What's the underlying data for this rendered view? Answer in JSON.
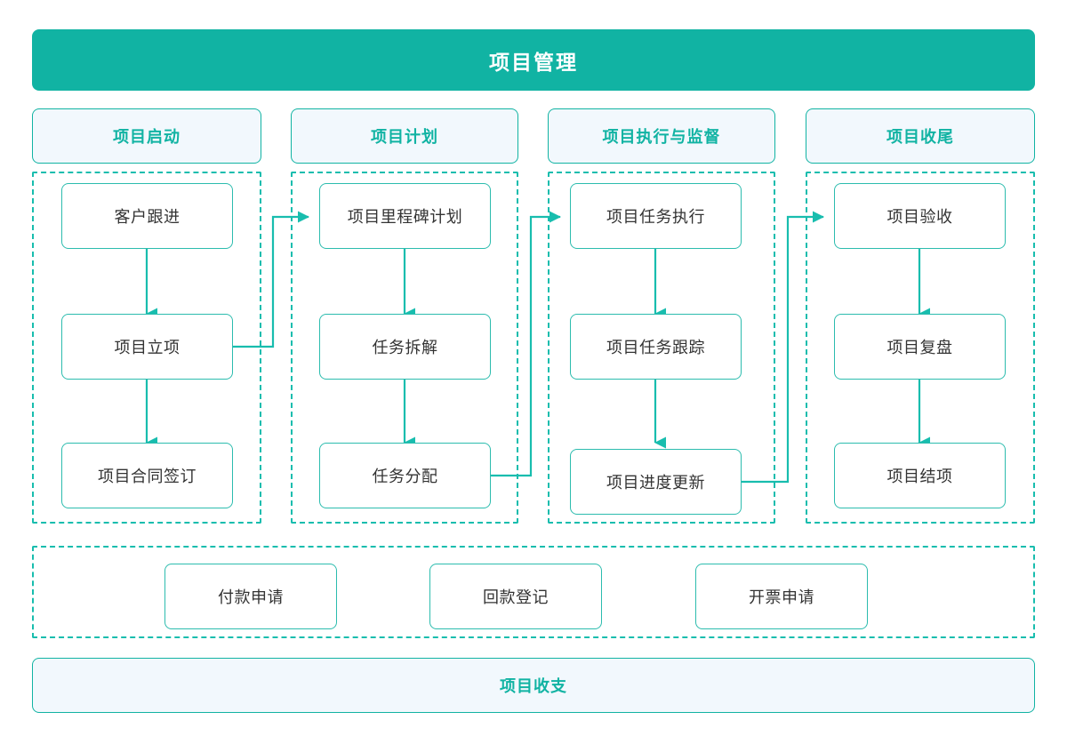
{
  "diagram": {
    "title": "项目管理",
    "colors": {
      "accent": "#11b3a3",
      "border": "#2cbcae",
      "dashed": "#18bdae",
      "header_fill": "#f2f8fd",
      "node_fill": "#ffffff",
      "node_text": "#333333",
      "banner_text": "#ffffff",
      "page_background": "#ffffff"
    },
    "phases": [
      {
        "label": "项目启动",
        "nodes": [
          {
            "label": "客户跟进"
          },
          {
            "label": "项目立项"
          },
          {
            "label": "项目合同签订"
          }
        ]
      },
      {
        "label": "项目计划",
        "nodes": [
          {
            "label": "项目里程碑计划"
          },
          {
            "label": "任务拆解"
          },
          {
            "label": "任务分配"
          }
        ]
      },
      {
        "label": "项目执行与监督",
        "nodes": [
          {
            "label": "项目任务执行"
          },
          {
            "label": "项目任务跟踪"
          },
          {
            "label": "项目进度更新"
          }
        ]
      },
      {
        "label": "项目收尾",
        "nodes": [
          {
            "label": "项目验收"
          },
          {
            "label": "项目复盘"
          },
          {
            "label": "项目结项"
          }
        ]
      }
    ],
    "finance": {
      "nodes": [
        {
          "label": "付款申请"
        },
        {
          "label": "回款登记"
        },
        {
          "label": "开票申请"
        }
      ]
    },
    "footer": {
      "label": "项目收支"
    }
  }
}
